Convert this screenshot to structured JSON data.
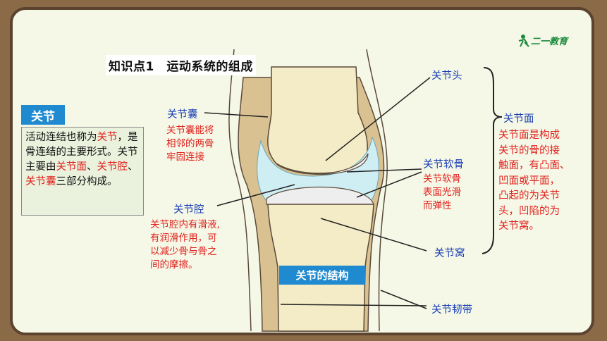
{
  "logo": {
    "text": "二一教育"
  },
  "title": "知识点1　运动系统的组成",
  "badge": "关节",
  "definition": {
    "p1": "活动连结也称为",
    "p2": "关节",
    "p3": "，是骨连结的主要形式。关节主要由",
    "p4": "关节面",
    "p5": "、",
    "p6": "关节腔",
    "p7": "、",
    "p8": "关节囊",
    "p9": "三部分构成。"
  },
  "labels": {
    "capsule": "关节囊",
    "capsule_note": [
      "关节囊能将",
      "相邻的两骨",
      "牢固连接"
    ],
    "cavity": "关节腔",
    "cavity_note": [
      "关节腔内有滑液,",
      "有润滑作用，可",
      "以减少骨与骨之",
      "间的摩擦。"
    ],
    "head": "关节头",
    "cartilage": "关节软骨",
    "cartilage_note": [
      "关节软骨",
      "表面光滑",
      "而弹性"
    ],
    "socket": "关节窝",
    "ligament": "关节韧带",
    "surface": "关节面",
    "surface_desc": [
      "关节面是构成",
      "关节的骨的接",
      "触面，有凸面、",
      "凹面或平面，",
      "凸起的为关节",
      "头，凹陷的为",
      "关节窝。"
    ]
  },
  "caption": "关节的结构",
  "colors": {
    "accent_blue": "#1f8ad0",
    "label_blue": "#1a3fb4",
    "note_red": "#e0221e",
    "frame": "#8a6a47",
    "background": "#f6f8e7"
  }
}
